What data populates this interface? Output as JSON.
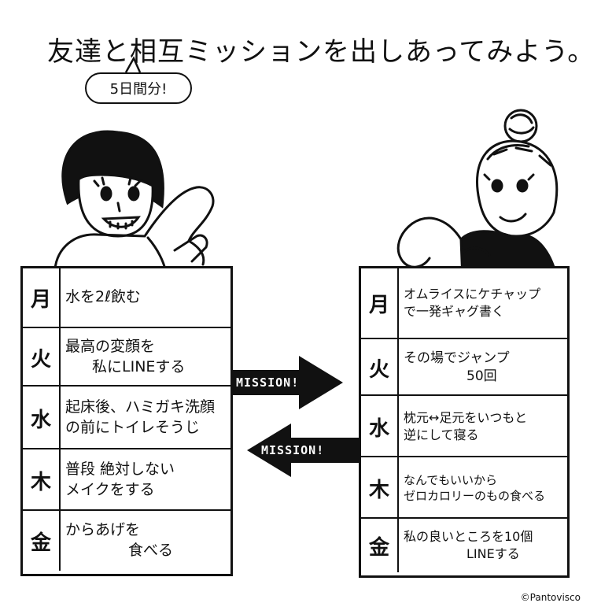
{
  "title": "友達と相互ミッションを出しあってみよう。",
  "badge": "5日間分!",
  "arrow_right_label": "MISSION!",
  "arrow_left_label": "MISSION!",
  "credit": "©Pantovisco",
  "left_board": [
    {
      "day": "月",
      "lines": [
        "水を2ℓ飲む"
      ]
    },
    {
      "day": "火",
      "lines": [
        "最高の変顔を",
        "私にLINEする"
      ]
    },
    {
      "day": "水",
      "lines": [
        "起床後、ハミガキ洗顔",
        "の前にトイレそうじ"
      ]
    },
    {
      "day": "木",
      "lines": [
        "普段 絶対しない",
        "メイクをする"
      ]
    },
    {
      "day": "金",
      "lines": [
        "からあげを",
        "食べる"
      ]
    }
  ],
  "right_board": [
    {
      "day": "月",
      "lines": [
        "オムライスにケチャップ",
        "で一発ギャグ書く"
      ]
    },
    {
      "day": "火",
      "lines": [
        "その場でジャンプ",
        "50回"
      ]
    },
    {
      "day": "水",
      "lines": [
        "枕元↔足元をいつもと",
        "逆にして寝る"
      ]
    },
    {
      "day": "木",
      "lines": [
        "なんでもいいから",
        "ゼロカロリーのもの食べる"
      ]
    },
    {
      "day": "金",
      "lines": [
        "私の良いところを10個",
        "LINEする"
      ]
    }
  ]
}
